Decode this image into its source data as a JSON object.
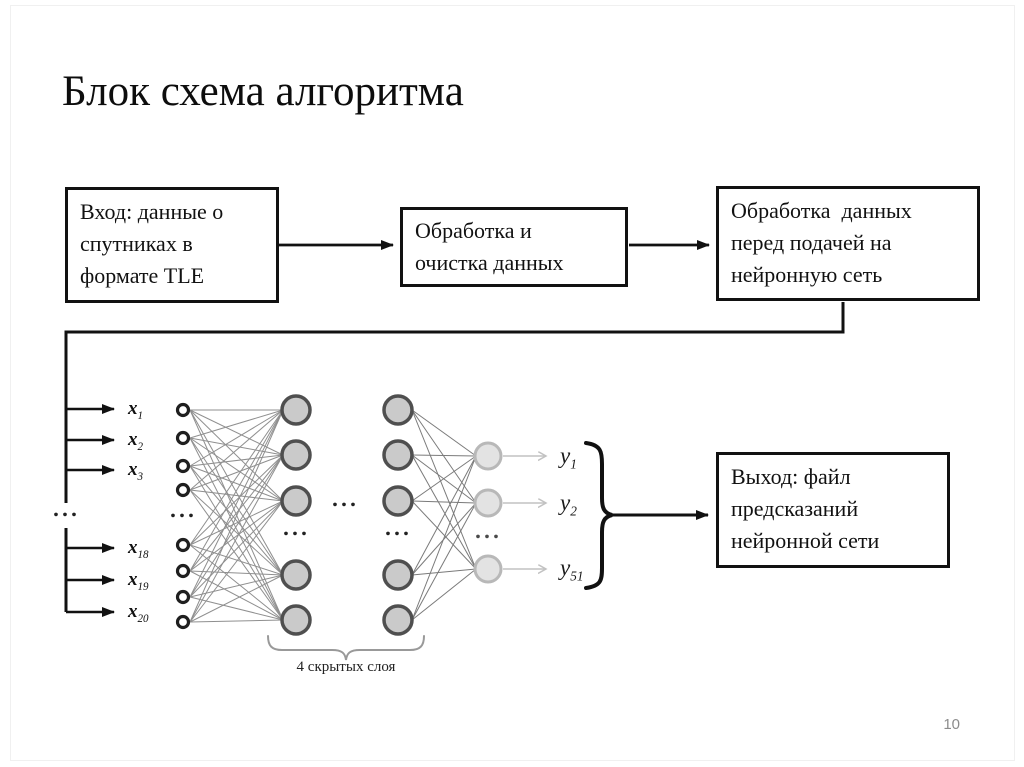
{
  "slide": {
    "title": "Блок схема алгоритма",
    "page_number": "10"
  },
  "boxes": {
    "input": {
      "lines": [
        "Вход: данные о",
        "спутниках в",
        "формате TLE"
      ]
    },
    "processing": {
      "lines": [
        "Обработка и",
        "очистка данных"
      ]
    },
    "preprocessing": {
      "lines": [
        "Обработка  данных",
        "перед подачей на",
        "нейронную сеть"
      ]
    },
    "output": {
      "lines": [
        "Выход: файл",
        "предсказаний",
        "нейронной сети"
      ]
    }
  },
  "network": {
    "ellipsis": "...",
    "input_labels": [
      {
        "base": "x",
        "sub": "1"
      },
      {
        "base": "x",
        "sub": "2"
      },
      {
        "base": "x",
        "sub": "3"
      },
      {
        "base": "x",
        "sub": "18"
      },
      {
        "base": "x",
        "sub": "19"
      },
      {
        "base": "x",
        "sub": "20"
      }
    ],
    "output_labels": [
      {
        "base": "y",
        "sub": "1"
      },
      {
        "base": "y",
        "sub": "2"
      },
      {
        "base": "y",
        "sub": "51"
      }
    ],
    "hidden_caption": "4 скрытых слоя"
  },
  "colors": {
    "flow_line": "#111111",
    "connection_left": "#8f8f8f",
    "connection_right": "#7a7a7a",
    "input_node_stroke": "#1f1f1f",
    "hidden_fill": "#cacaca",
    "hidden_stroke": "#4f4f4f",
    "output_fill": "#e3e3e3",
    "output_stroke": "#b8b8b8",
    "light_arrow": "#c2c2c2",
    "small_brace": "#999999",
    "page_number": "#8c8c8c"
  }
}
